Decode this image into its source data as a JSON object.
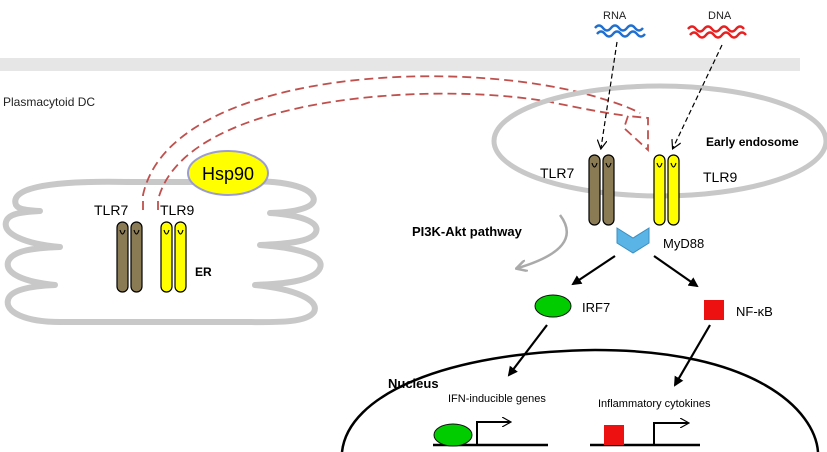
{
  "cell": {
    "label": "Plasmacytoid DC"
  },
  "ligands": {
    "rna": "RNA",
    "dna": "DNA"
  },
  "endosome": {
    "label": "Early endosome",
    "tlr7": "TLR7",
    "tlr9": "TLR9"
  },
  "er": {
    "label": "ER",
    "tlr7": "TLR7",
    "tlr9": "TLR9",
    "chaperone": "Hsp90"
  },
  "signaling": {
    "adaptor": "MyD88",
    "pathway": "PI3K-Akt pathway",
    "irf7": "IRF7",
    "nfkb": "NF-κB"
  },
  "nucleus": {
    "label": "Nucleus",
    "ifn_genes": "IFN-inducible genes",
    "cytokines": "Inflammatory cytokines"
  },
  "colors": {
    "tlr7": "#8b7b54",
    "tlr9": "#ffff00",
    "hsp90": "#ffff00",
    "irf7": "#00cc00",
    "nfkb": "#ee1111",
    "myd88": "#5ab4e6",
    "rna": "#1f6fd0",
    "dna": "#e82020",
    "traffic": "#c0504d",
    "membrane": "#bfbfbf"
  }
}
